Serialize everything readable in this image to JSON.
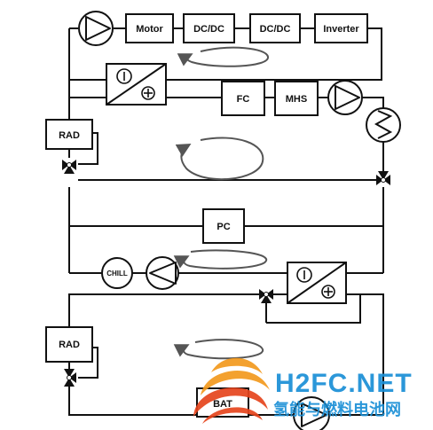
{
  "components": {
    "motor": "Motor",
    "dcdc_1": "DC/DC",
    "dcdc_2": "DC/DC",
    "inverter": "Inverter",
    "fc": "FC",
    "mhs": "MHS",
    "rad_top": "RAD",
    "pc": "PC",
    "chill": "CHILL",
    "rad_bottom": "RAD",
    "battery": "BAT"
  },
  "watermark": {
    "brand": "H2FC.NET",
    "tagline": "氢能与燃料电池网",
    "brand_color": "#1a8fd6",
    "flame_colors": [
      "#f39a1e",
      "#e6451d"
    ]
  },
  "colors": {
    "line": "#111111",
    "flow_arrow": "#555555"
  }
}
